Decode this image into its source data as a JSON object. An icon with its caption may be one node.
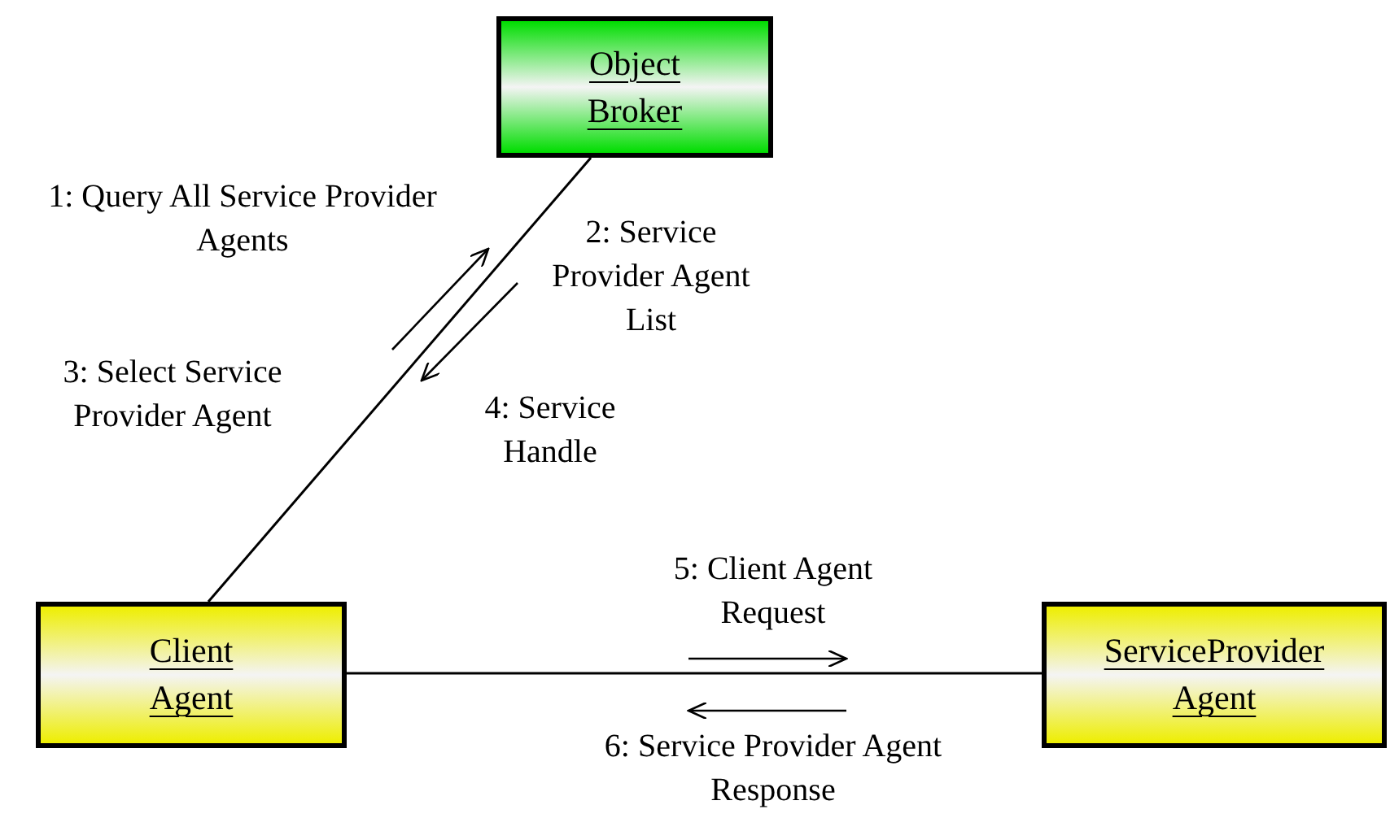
{
  "diagram": {
    "nodes": [
      {
        "text": [
          "Object Broker"
        ]
      },
      {
        "text": [
          "Client Agent"
        ]
      },
      {
        "text": [
          "ServiceProvider Agent"
        ]
      }
    ],
    "edges": [
      {
        "from": 0,
        "to": 1,
        "arrow": "none"
      },
      {
        "from": 1,
        "to": 2,
        "arrow": "none"
      }
    ],
    "labels": [
      "1: Query All Service Provider Agents",
      "2: Service Provider Agent List",
      "3: Select Service Provider Agent",
      "4: Service Handle",
      "5: Client Agent Request",
      "6: Service Provider Agent Response"
    ]
  }
}
